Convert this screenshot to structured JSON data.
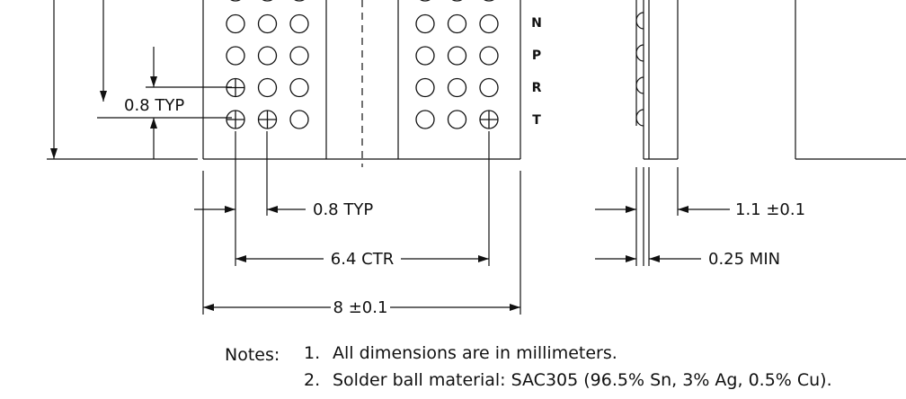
{
  "package": {
    "row_labels": [
      "N",
      "P",
      "R",
      "T"
    ],
    "ball_rows": [
      "N",
      "P",
      "R",
      "T"
    ],
    "ball_columns_per_group": 3,
    "marked_balls": [
      {
        "row": "R",
        "group": "left",
        "col": 1
      },
      {
        "row": "T",
        "group": "left",
        "col": 1
      },
      {
        "row": "T",
        "group": "left",
        "col": 2
      },
      {
        "row": "T",
        "group": "right",
        "col": 3
      }
    ]
  },
  "dimensions": {
    "pitch_vertical": "0.8 TYP",
    "pitch_horizontal": "0.8 TYP",
    "center_span": "6.4 CTR",
    "body_width": "8 ±0.1",
    "height": "1.1 ±0.1",
    "standoff": "0.25 MIN"
  },
  "notes": {
    "header": "Notes:",
    "items": [
      {
        "num": "1.",
        "text": "All dimensions are in millimeters."
      },
      {
        "num": "2.",
        "text": "Solder ball material: SAC305 (96.5% Sn, 3% Ag, 0.5% Cu)."
      }
    ]
  }
}
